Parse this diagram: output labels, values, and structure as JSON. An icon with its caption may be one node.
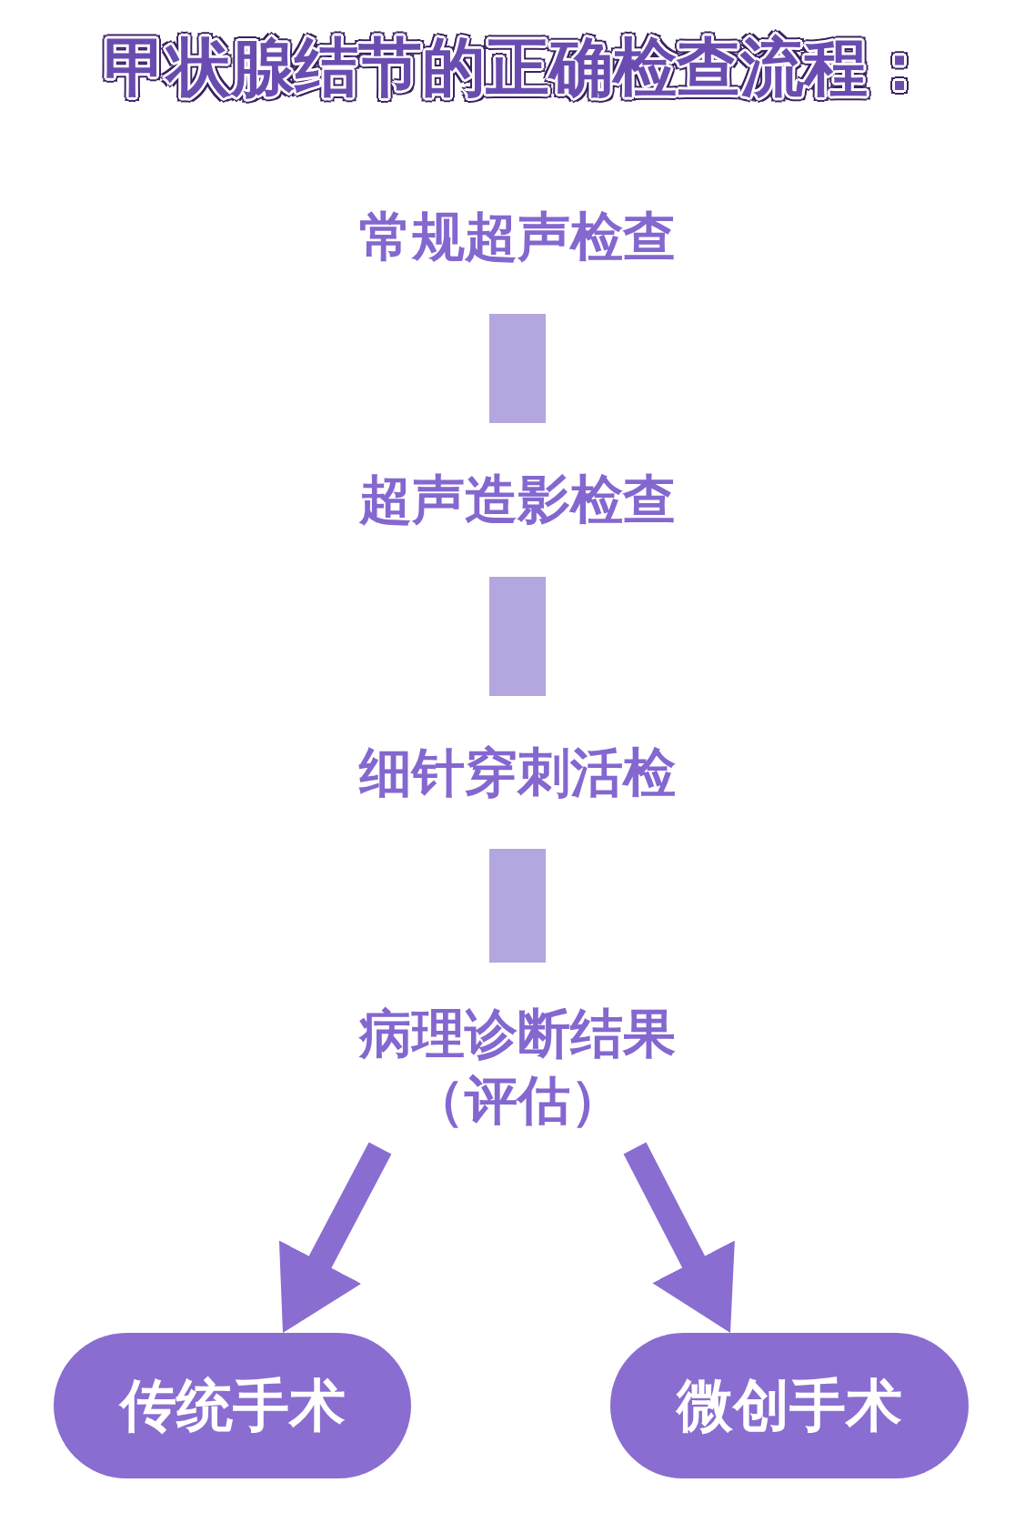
{
  "diagram": {
    "title": "甲状腺结节的正确检查流程：",
    "nodes": [
      {
        "text": [
          "常规超声检查"
        ]
      },
      {
        "text": [
          "超声造影检查"
        ]
      },
      {
        "text": [
          "细针穿刺活检"
        ]
      },
      {
        "text": [
          "病理诊断结果（评估）"
        ]
      },
      {
        "text": [
          "传统手术"
        ]
      },
      {
        "text": [
          "微创手术"
        ]
      }
    ],
    "edges": [
      {
        "from": 0,
        "to": 1,
        "arrow": "none"
      },
      {
        "from": 1,
        "to": 2,
        "arrow": "none"
      },
      {
        "from": 2,
        "to": 3,
        "arrow": "none"
      },
      {
        "from": 3,
        "to": 4,
        "arrow": "to",
        "color": "#8a6dd0"
      },
      {
        "from": 3,
        "to": 5,
        "arrow": "to",
        "color": "#8a6dd0"
      }
    ]
  }
}
